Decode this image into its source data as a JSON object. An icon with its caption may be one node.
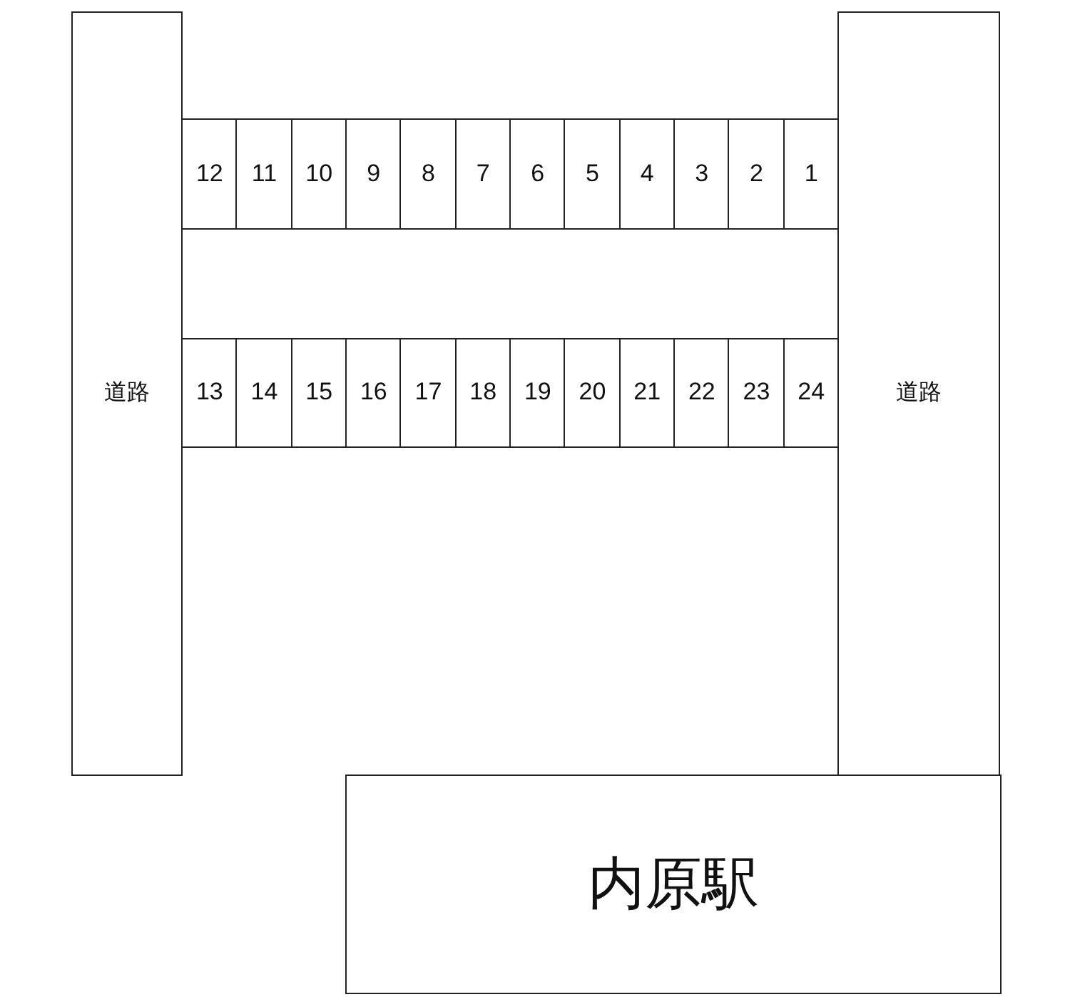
{
  "diagram": {
    "nodes": [
      {
        "text": [
          "道路"
        ]
      },
      {
        "text": [
          "道路"
        ]
      },
      {
        "text": [
          "12"
        ]
      },
      {
        "text": [
          "11"
        ]
      },
      {
        "text": [
          "10"
        ]
      },
      {
        "text": [
          "9"
        ]
      },
      {
        "text": [
          "8"
        ]
      },
      {
        "text": [
          "7"
        ]
      },
      {
        "text": [
          "6"
        ]
      },
      {
        "text": [
          "5"
        ]
      },
      {
        "text": [
          "4"
        ]
      },
      {
        "text": [
          "3"
        ]
      },
      {
        "text": [
          "2"
        ]
      },
      {
        "text": [
          "1"
        ]
      },
      {
        "text": [
          "13"
        ]
      },
      {
        "text": [
          "14"
        ]
      },
      {
        "text": [
          "15"
        ]
      },
      {
        "text": [
          "16"
        ]
      },
      {
        "text": [
          "17"
        ]
      },
      {
        "text": [
          "18"
        ]
      },
      {
        "text": [
          "19"
        ]
      },
      {
        "text": [
          "20"
        ]
      },
      {
        "text": [
          "21"
        ]
      },
      {
        "text": [
          "22"
        ]
      },
      {
        "text": [
          "23"
        ]
      },
      {
        "text": [
          "24"
        ]
      },
      {
        "text": [
          "内原駅"
        ]
      }
    ]
  }
}
